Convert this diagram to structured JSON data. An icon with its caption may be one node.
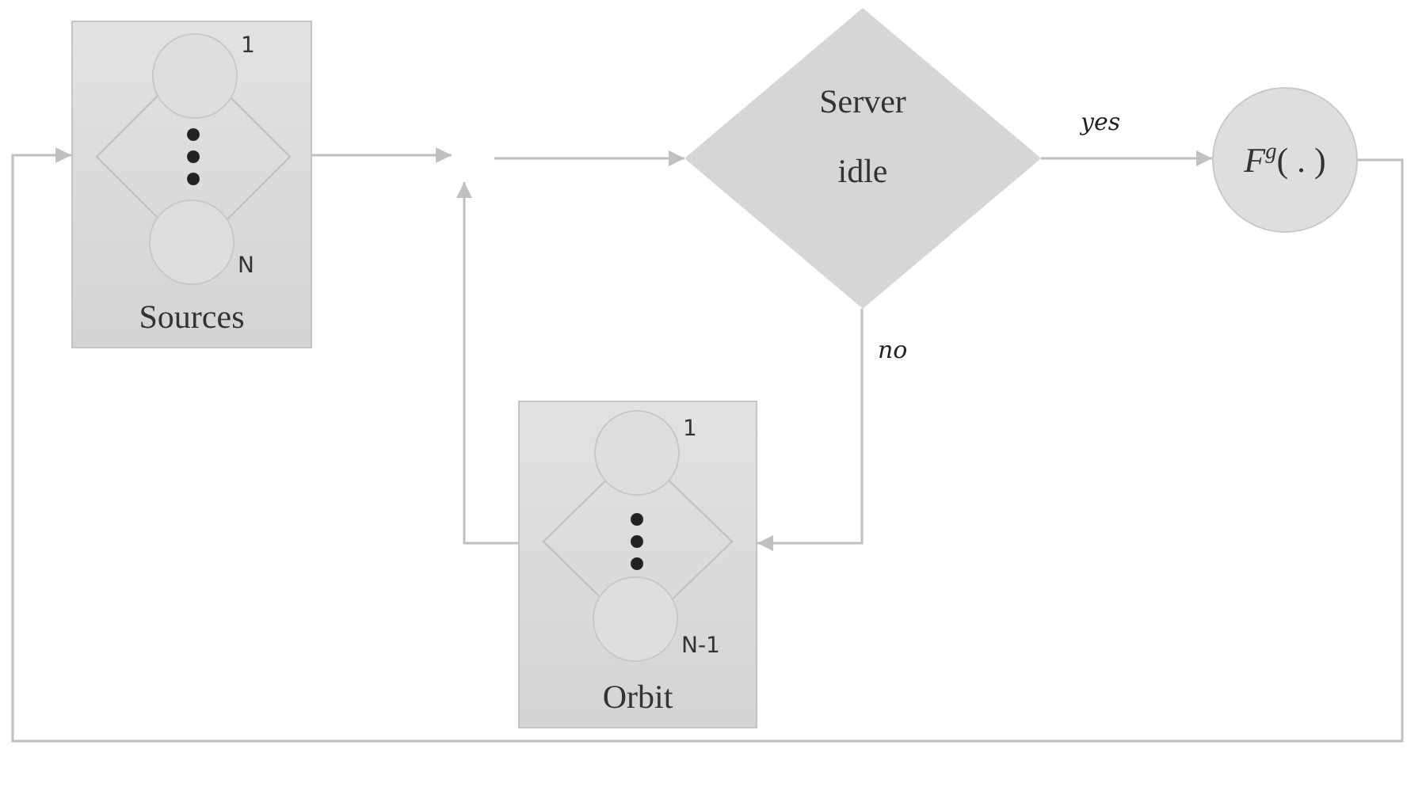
{
  "diagram": {
    "nodes": [
      {
        "text": [
          "Sources"
        ]
      },
      {
        "text": [],
        "shape": "circle",
        "in": 0,
        "beside": [
          "1"
        ]
      },
      {
        "text": [],
        "shape": "circle",
        "in": 0,
        "beside": [
          "N"
        ]
      },
      {
        "text": [
          "Server idle"
        ]
      },
      {
        "text": [
          "*F*$^{g}$( . )"
        ]
      },
      {
        "text": [
          "Orbit"
        ]
      },
      {
        "text": [],
        "shape": "circle",
        "in": 5,
        "beside": [
          "1"
        ]
      },
      {
        "text": [],
        "shape": "circle",
        "in": 5,
        "beside": [
          "N-1"
        ]
      }
    ],
    "edges": [
      {
        "from": 0,
        "to": null,
        "arrow": "to"
      },
      {
        "from": null,
        "to": 3,
        "arrow": "to"
      },
      {
        "from": 5,
        "to": null,
        "arrow": "to"
      },
      {
        "from": 3,
        "to": 4,
        "label": "yes",
        "arrow": "to"
      },
      {
        "from": 3,
        "to": 5,
        "label": "no",
        "arrow": "to"
      },
      {
        "from": 4,
        "to": 0,
        "arrow": "to"
      }
    ]
  }
}
